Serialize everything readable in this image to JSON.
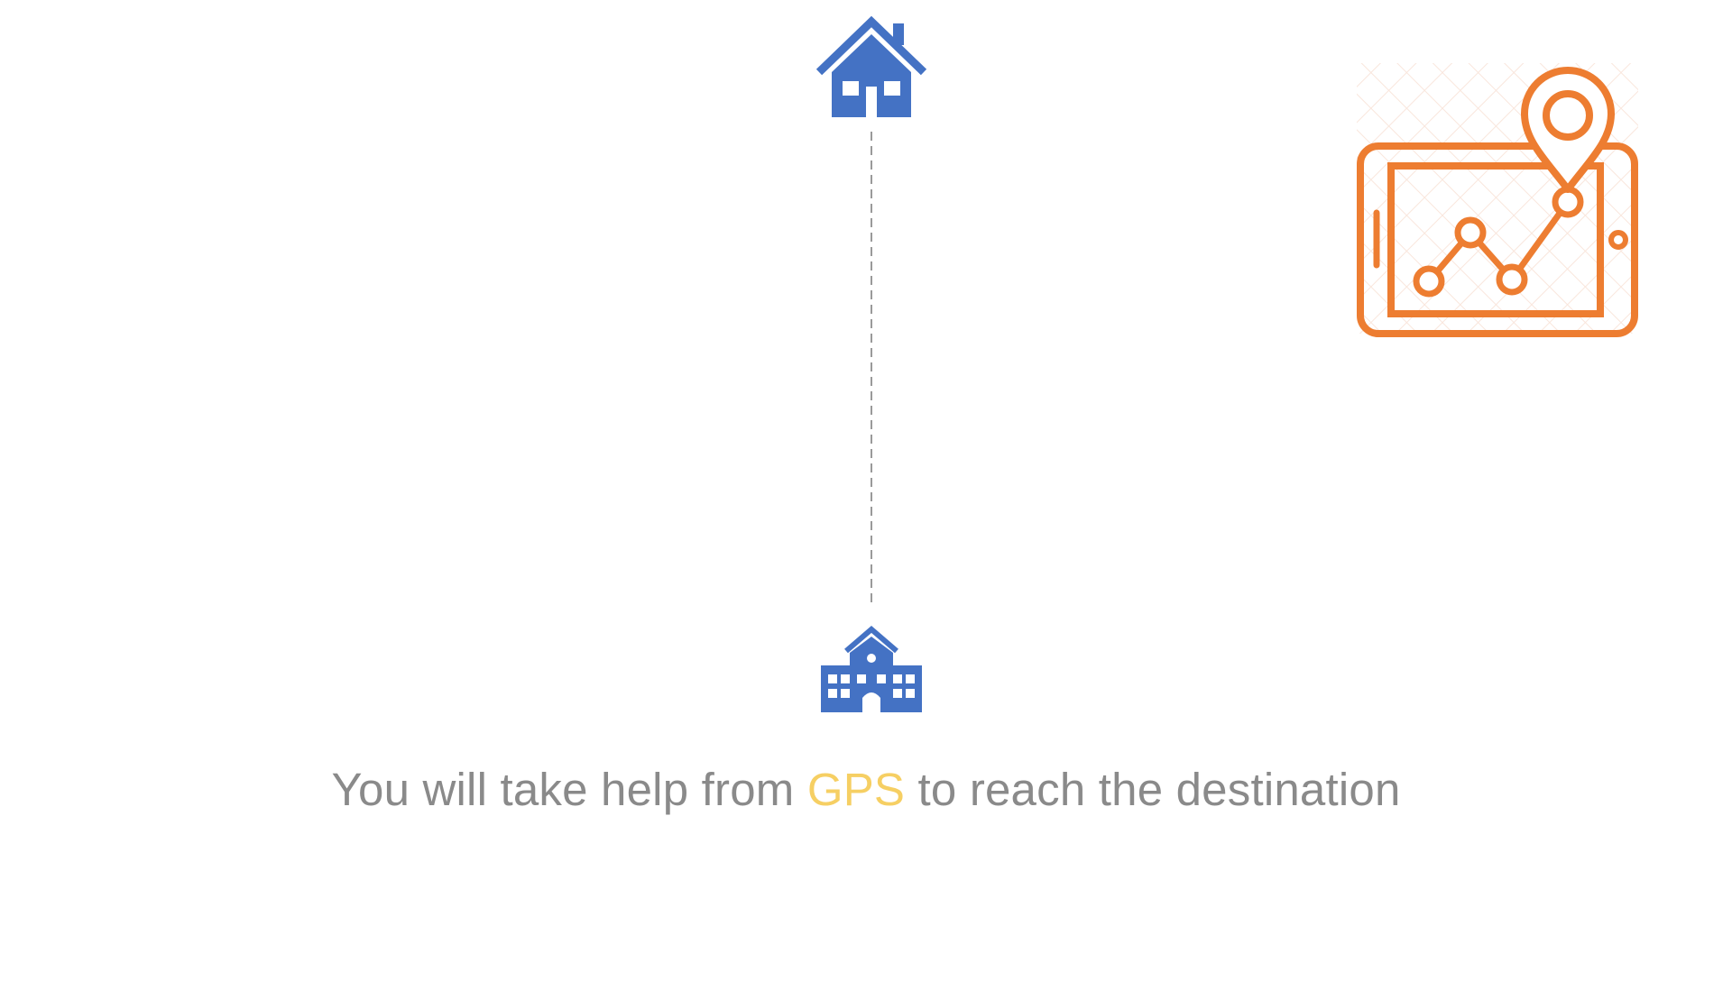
{
  "caption": {
    "before": "You will take help from ",
    "highlight": "GPS",
    "after": " to reach the destination"
  },
  "icons": {
    "start": "house-icon",
    "end": "school-icon",
    "illustration": "phone-map-pin-icon"
  },
  "colors": {
    "icon_blue": "#4472c4",
    "illustration_orange": "#ed7d31",
    "caption_gray": "#8a8a8a",
    "highlight_yellow": "#f6cf63",
    "route_line": "#9a9a9a"
  }
}
